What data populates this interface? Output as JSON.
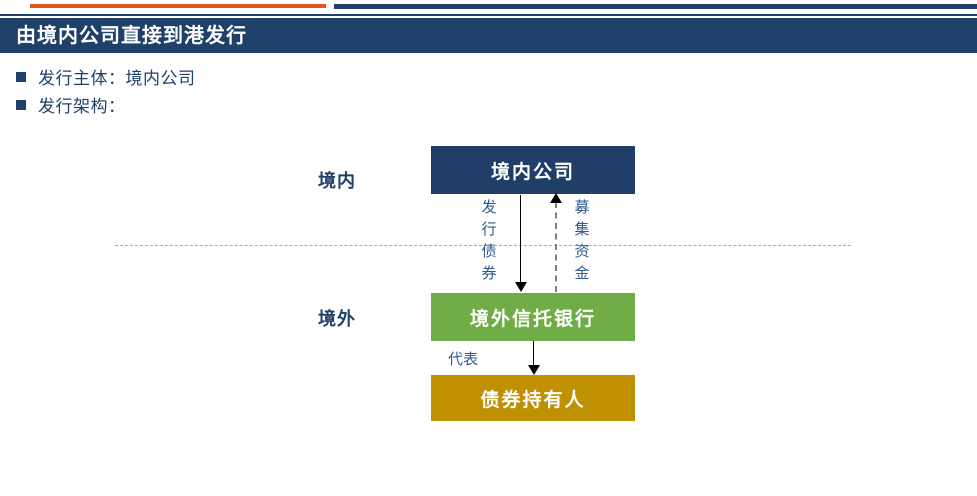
{
  "decoration": {
    "orange_color": "#E2551B",
    "blue_color": "#1F3F6E",
    "rule_color": "#1F4068"
  },
  "header": {
    "title": "由境内公司直接到港发行",
    "background": "#1F4068",
    "text_color": "#FFFFFF"
  },
  "bullets": [
    {
      "label": "发行主体：境内公司"
    },
    {
      "label": "发行架构："
    }
  ],
  "diagram": {
    "zones": [
      {
        "key": "onshore",
        "label": "境内"
      },
      {
        "key": "offshore",
        "label": "境外"
      }
    ],
    "divider": {
      "style": "dashed",
      "color": "#AAAAAA"
    },
    "boxes": [
      {
        "key": "onshore_company",
        "label": "境内公司",
        "color": "#1F3F68"
      },
      {
        "key": "offshore_trust_bank",
        "label": "境外信托银行",
        "color": "#70AD47"
      },
      {
        "key": "bondholders",
        "label": "债券持有人",
        "color": "#BF9000"
      }
    ],
    "flows": [
      {
        "key": "issue_bonds",
        "label": "发行债券",
        "direction": "down",
        "style": "solid",
        "color": "#000000"
      },
      {
        "key": "raise_funds",
        "label": "募集资金",
        "direction": "up",
        "style": "dashed",
        "color": "#7F7F7F"
      },
      {
        "key": "represent",
        "label": "代表",
        "direction": "down",
        "style": "solid",
        "color": "#000000"
      }
    ]
  }
}
